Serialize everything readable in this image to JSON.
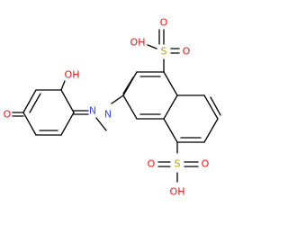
{
  "figure": {
    "background": "#ffffff",
    "bond_color": "#000000",
    "heteroatom_colors": {
      "O": "#ff0d0d",
      "N": "#3050f8",
      "S": "#b8a000"
    }
  },
  "atoms": [
    {
      "id": "S1",
      "element": "S",
      "label": "S"
    },
    {
      "id": "O1a",
      "element": "O",
      "label": "O"
    },
    {
      "id": "O1b",
      "element": "O",
      "label": "O"
    },
    {
      "id": "OH1",
      "element": "O",
      "label": "OH"
    },
    {
      "id": "S2",
      "element": "S",
      "label": "S"
    },
    {
      "id": "O2a",
      "element": "O",
      "label": "O"
    },
    {
      "id": "O2b",
      "element": "O",
      "label": "O"
    },
    {
      "id": "OH2",
      "element": "O",
      "label": "OH"
    },
    {
      "id": "N1",
      "element": "N",
      "label": "N"
    },
    {
      "id": "N2",
      "element": "N",
      "label": "N"
    },
    {
      "id": "OH3",
      "element": "O",
      "label": "OH"
    },
    {
      "id": "O3",
      "element": "O",
      "label": "O"
    }
  ]
}
